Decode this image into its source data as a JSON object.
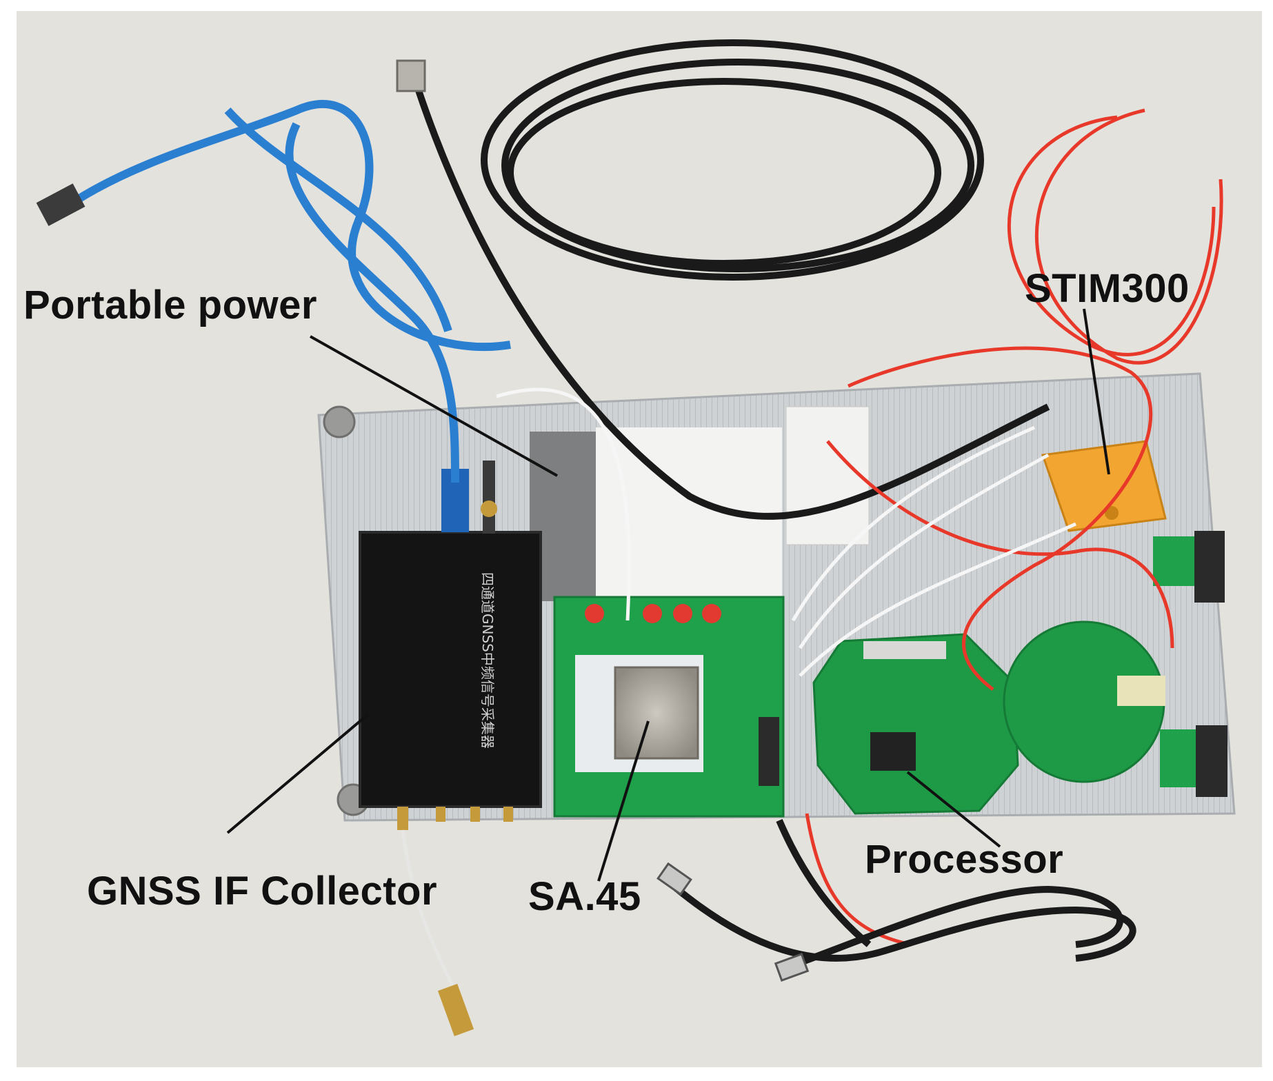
{
  "annotations": {
    "portable_power": "Portable power",
    "stim300": "STIM300",
    "gnss_if_collector": "GNSS IF Collector",
    "sa45": "SA.45",
    "processor": "Processor"
  },
  "colors": {
    "background": "#e3e2dd",
    "aluminum_plate": "#c9ccce",
    "collector_case": "#141414",
    "pcb_green": "#1fa04a",
    "cable_blue": "#2b7fd1",
    "cable_black": "#1a1a1a",
    "wire_red": "#e8382a",
    "stim_orange": "#f2a531",
    "label_text": "#111111"
  }
}
